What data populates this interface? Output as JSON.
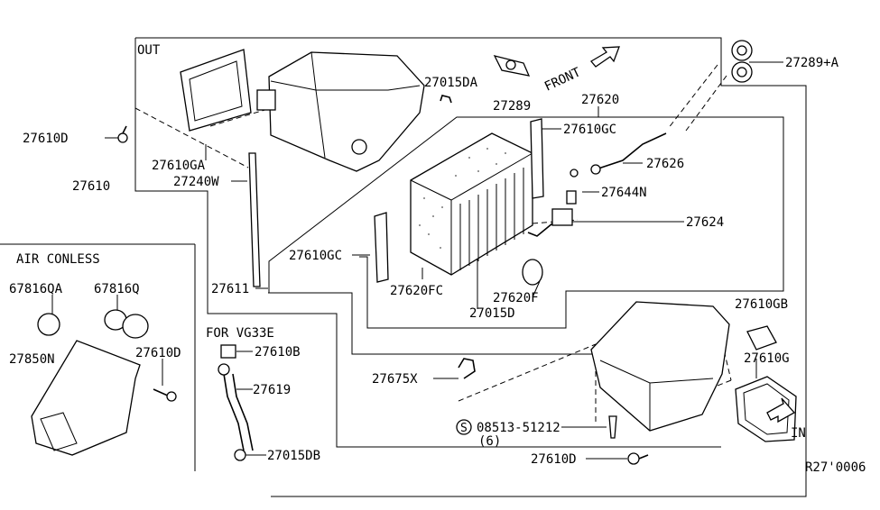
{
  "labels": {
    "out": "OUT",
    "in": "IN",
    "front": "FRONT",
    "p27289a": "27289+A",
    "p27015da": "27015DA",
    "p27289": "27289",
    "p27620": "27620",
    "p27610gc_top": "27610GC",
    "p27610d_top": "27610D",
    "p27610ga": "27610GA",
    "p27610": "27610",
    "p27240w": "27240W",
    "p27626": "27626",
    "p27644n": "27644N",
    "p27624": "27624",
    "p27610gc_mid": "27610GC",
    "p27611": "27611",
    "p27620fc": "27620FC",
    "p27620f": "27620F",
    "p27015d": "27015D",
    "p27610gb": "27610GB",
    "p27610g": "27610G",
    "p27675x": "27675X",
    "bolt_symbol": "S",
    "bolt": "08513-51212",
    "bolt_qty": "(6)",
    "p27610d_bottom": "27610D",
    "air_conless": "AIR CONLESS",
    "p67816qa": "67816QA",
    "p67816q": "67816Q",
    "p27850n": "27850N",
    "p27610d_left": "27610D",
    "for_vg33e": "FOR VG33E",
    "p27610b": "27610B",
    "p27619": "27619",
    "p27015db": "27015DB",
    "ref_code": "R27'0006"
  }
}
